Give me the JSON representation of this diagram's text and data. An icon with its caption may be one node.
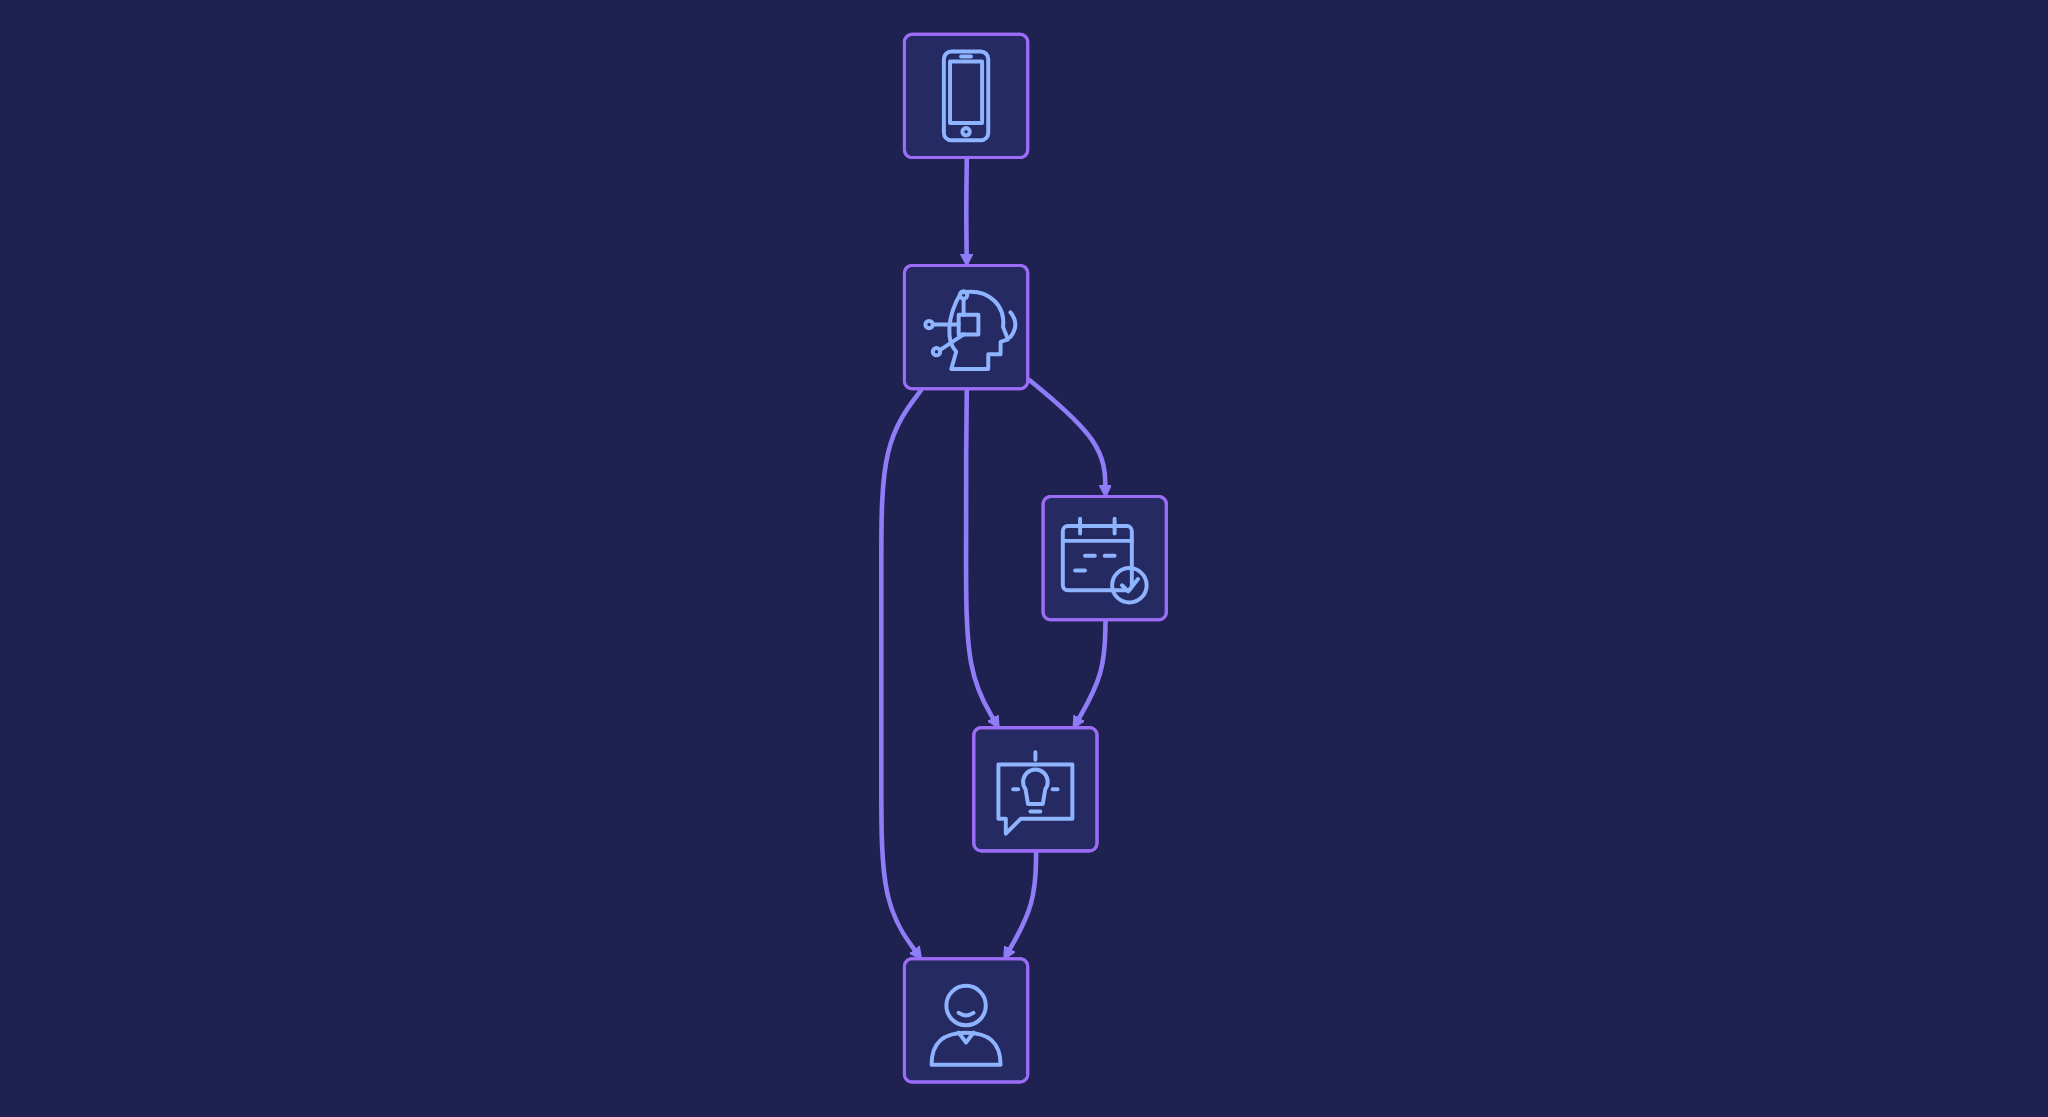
{
  "diagram": {
    "nodes": [
      {
        "text": [],
        "shape": "picture"
      },
      {
        "text": [],
        "shape": "picture"
      },
      {
        "text": [],
        "shape": "picture"
      },
      {
        "text": [],
        "shape": "picture"
      },
      {
        "text": [],
        "shape": "picture"
      }
    ],
    "edges": [
      {
        "from": 0,
        "to": 1,
        "arrow": "to"
      },
      {
        "from": 1,
        "to": 2,
        "arrow": "to"
      },
      {
        "from": 1,
        "to": 3,
        "arrow": "to"
      },
      {
        "from": 1,
        "to": 4,
        "arrow": "to"
      },
      {
        "from": 2,
        "to": 3,
        "arrow": "to"
      },
      {
        "from": 3,
        "to": 4,
        "arrow": "to"
      }
    ]
  }
}
